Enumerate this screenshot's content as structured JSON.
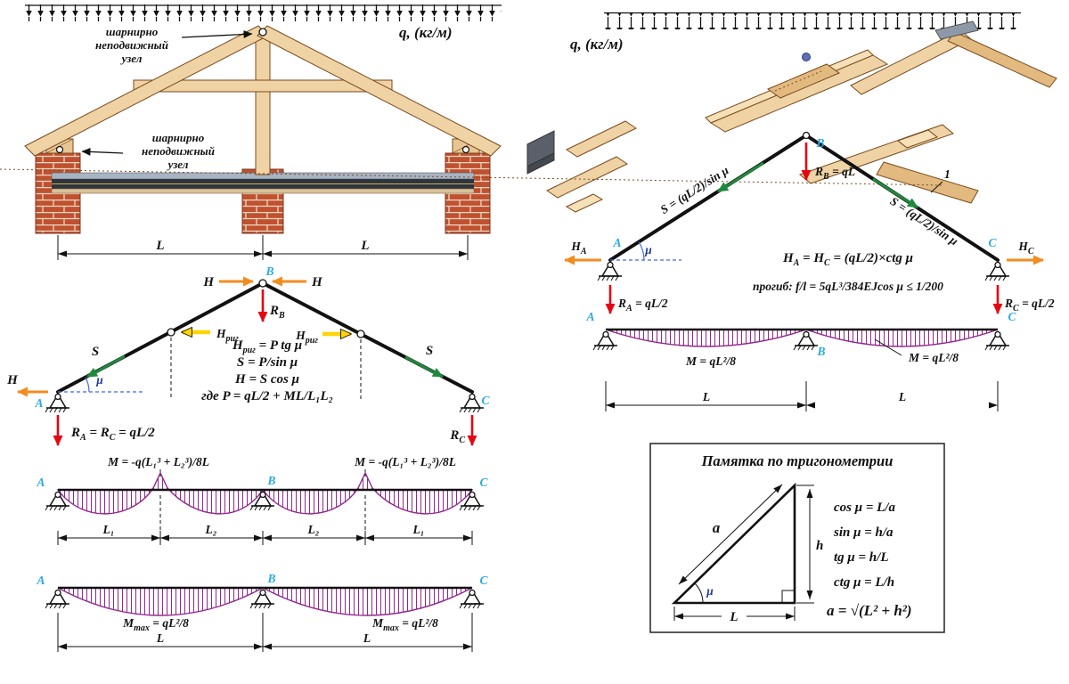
{
  "colors": {
    "arrow_red": "#E30613",
    "arrow_orange": "#F28C1E",
    "arrow_green": "#1E8A3C",
    "arrow_yellow": "#FFD400",
    "moment_purple": "#93278F",
    "node_cyan": "#29ABE2",
    "angle_blue": "#4169E1",
    "wood": "#EFD3A4",
    "brick": "#C0512F"
  },
  "left": {
    "load_label": "q, (кг/м)",
    "note_apex": {
      "l1": "шарнирно",
      "l2": "неподвижный",
      "l3": "узел"
    },
    "note_eave": {
      "l1": "шарнирно",
      "l2": "неподвижный",
      "l3": "узел"
    },
    "dim_left": "L",
    "dim_right": "L",
    "scheme": {
      "h_left_top": "H",
      "h_right_top": "H",
      "node_a": "A",
      "node_b": "B",
      "node_c": "C",
      "rb": {
        "m": "R",
        "s": "B"
      },
      "hrig_left": {
        "m": "H",
        "s": "риг"
      },
      "hrig_right": {
        "m": "H",
        "s": "риг"
      },
      "eq1": {
        "m": "H",
        "s": "риг",
        "r": " = P tg μ"
      },
      "eq2": "S = P/sin μ",
      "eq3": "H = S cos μ",
      "eq4": "где P = qL/2 + ML/L₁L₂",
      "s_left": "S",
      "s_right": "S",
      "h_left": "H",
      "mu": "μ",
      "reactions": {
        "m": "R",
        "s": "A",
        "mid": " = R",
        "s2": "C",
        "r": " = qL/2"
      },
      "rc": {
        "m": "R",
        "s": "C"
      }
    },
    "moment1": {
      "label_left": "M = -q(L₁³ + L₂³)/8L",
      "label_right": "M = -q(L₁³ + L₂³)/8L",
      "node_a": "A",
      "node_b": "B",
      "node_c": "C",
      "dims": [
        "L₁",
        "L₂",
        "L₂",
        "L₁"
      ]
    },
    "moment2": {
      "node_a": "A",
      "node_b": "B",
      "node_c": "C",
      "label_left": {
        "m": "M",
        "s": "max",
        "r": " = qL²/8"
      },
      "label_right": {
        "m": "M",
        "s": "max",
        "r": " = qL²/8"
      },
      "dim_left": "L",
      "dim_right": "L"
    }
  },
  "right": {
    "load_label": "q, (кг/м)",
    "scheme": {
      "s_left": "S = (qL/2)/sin μ",
      "s_right": "S = (qL/2)/sin μ",
      "part_no": "1",
      "node_a": "A",
      "node_b": "B",
      "node_c": "C",
      "rb": {
        "m": "R",
        "s": "B",
        "r": " = qL"
      },
      "ha": {
        "m": "H",
        "s": "A"
      },
      "hc": {
        "m": "H",
        "s": "C"
      },
      "mu": "μ",
      "h_eq": {
        "m": "H",
        "s": "A",
        "mid": " = H",
        "s2": "C",
        "r": " = (qL/2)×ctg μ"
      },
      "ra": {
        "m": "R",
        "s": "A",
        "r": " = qL/2"
      },
      "rc": {
        "m": "R",
        "s": "C",
        "r": " = qL/2"
      },
      "deflection": "прогиб: f/l = 5qL³/384EJcos μ ≤ 1/200"
    },
    "moment": {
      "node_a": "A",
      "node_b": "B",
      "node_c": "C",
      "label_left": "M = qL²/8",
      "label_right": "M = qL²/8",
      "dim_left": "L",
      "dim_right": "L"
    },
    "trig": {
      "title": "Памятка по тригонометрии",
      "a": "a",
      "h": "h",
      "l": "L",
      "mu": "μ",
      "f1": "cos μ = L/a",
      "f2": "sin μ = h/a",
      "f3": "tg μ = h/L",
      "f4": "ctg μ = L/h",
      "f5": "a = √(L² + h²)"
    }
  }
}
